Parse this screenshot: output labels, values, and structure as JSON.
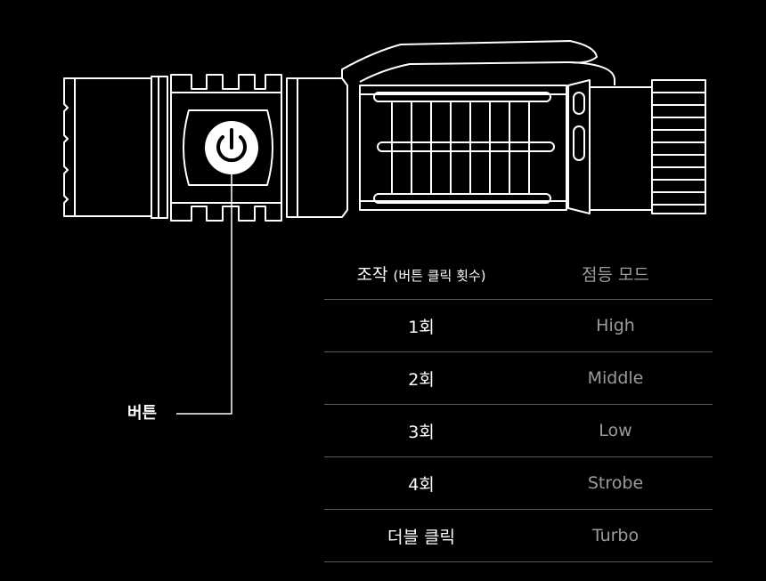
{
  "callout": {
    "label": "버튼"
  },
  "table": {
    "header": {
      "col1_main": "조작",
      "col1_sub": "(버튼 클릭 횟수)",
      "col2": "점등 모드"
    },
    "rows": [
      {
        "action": "1회",
        "mode": "High"
      },
      {
        "action": "2회",
        "mode": "Middle"
      },
      {
        "action": "3회",
        "mode": "Low"
      },
      {
        "action": "4회",
        "mode": "Strobe"
      },
      {
        "action": "더블 클릭",
        "mode": "Turbo"
      }
    ]
  },
  "colors": {
    "background": "#000000",
    "outline": "#ffffff",
    "mode_text": "#9b9b9b",
    "divider": "#5a5a5a"
  }
}
